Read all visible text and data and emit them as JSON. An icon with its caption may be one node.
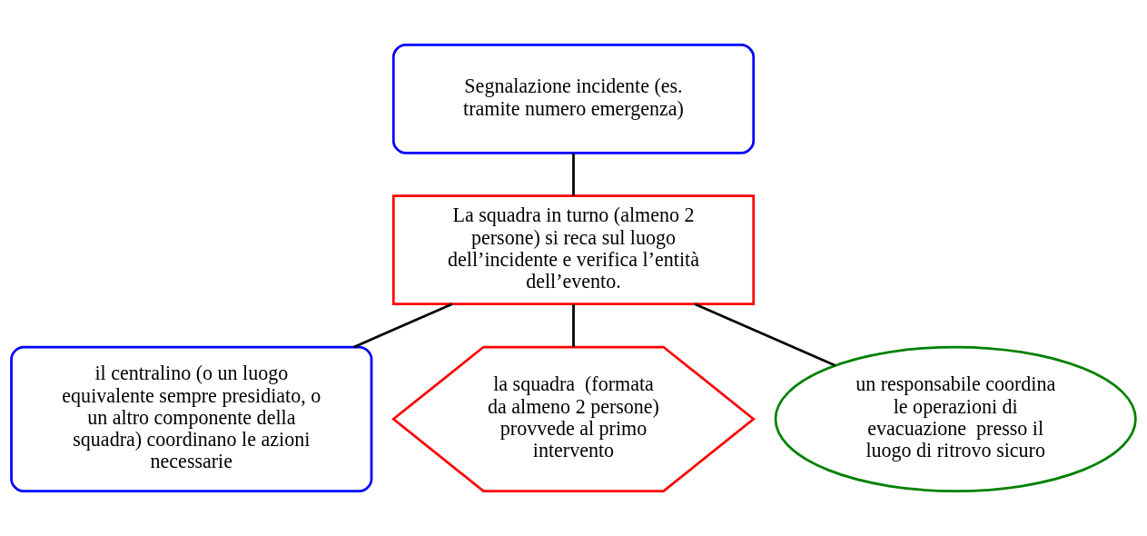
{
  "diagram": {
    "nodes": [
      {
        "text": [
          "Segnalazione incidente (es. tramite numero emergenza)"
        ]
      },
      {
        "text": [
          "La squadra in turno (almeno 2 persone) si reca sul luogo dell’incidente e verifica l’entità dell’evento."
        ]
      },
      {
        "text": [
          "il centralino (o un luogo equivalente sempre presidiato, o un altro componente della squadra) coordinano le azioni necessarie"
        ]
      },
      {
        "text": [
          "la squadra  (formata da almeno 2 persone) provvede al primo intervento"
        ]
      },
      {
        "text": [
          "un responsabile coordina le operazioni di evacuazione  presso il luogo di ritrovo sicuro"
        ]
      }
    ],
    "edges": [
      {
        "from": 0,
        "to": 1,
        "arrow": "none"
      },
      {
        "from": 1,
        "to": 2,
        "arrow": "none"
      },
      {
        "from": 1,
        "to": 3,
        "arrow": "none"
      },
      {
        "from": 1,
        "to": 4,
        "arrow": "none"
      }
    ]
  }
}
